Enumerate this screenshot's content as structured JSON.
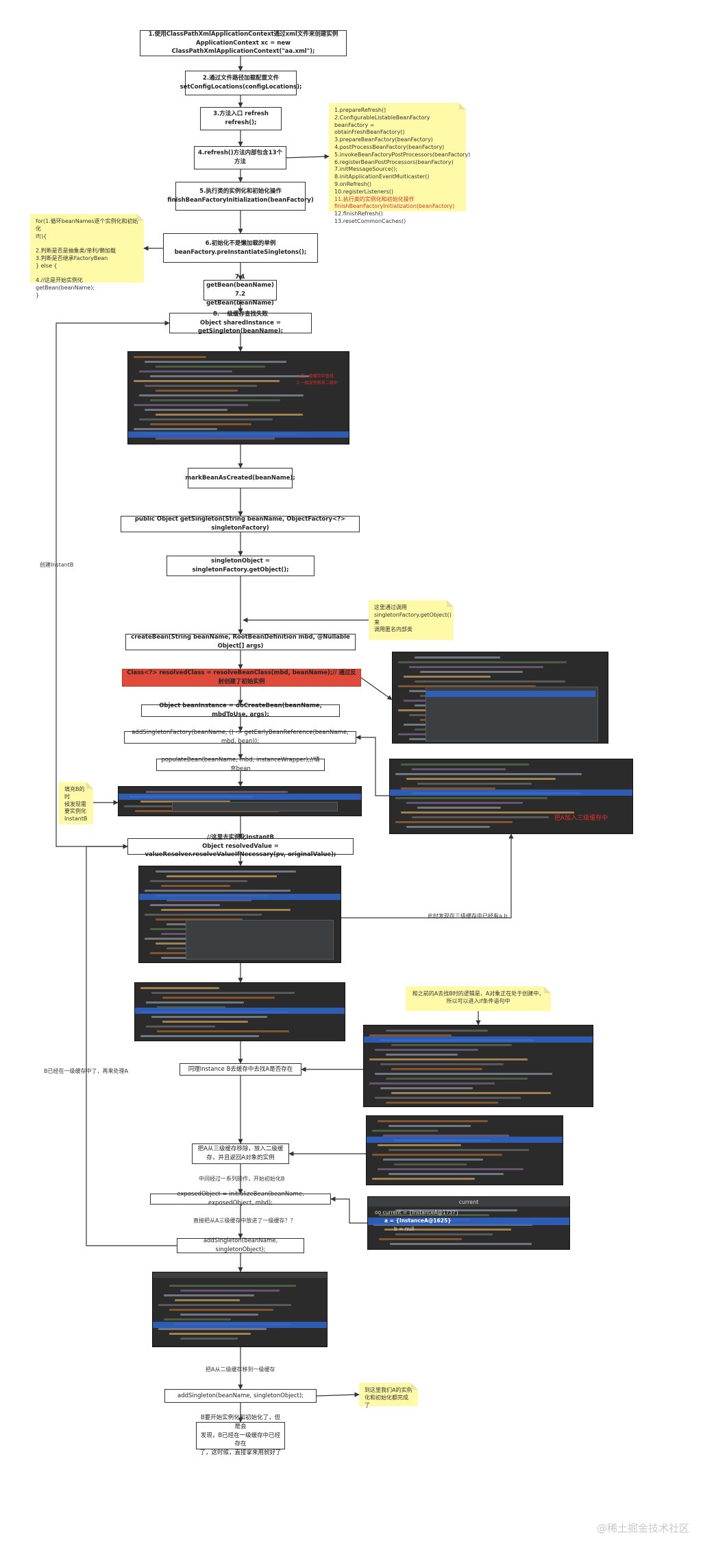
{
  "boxes": {
    "b1": [
      "1.使用ClassPathXmlApplicationContext通过xml文件来创建实例",
      "ApplicationContext xc = new ClassPathXmlApplicationContext(\"aa.xml\");"
    ],
    "b2": [
      "2.通过文件路径加载配置文件",
      "setConfigLocations(configLocations);"
    ],
    "b3": [
      "3.方法入口  refresh",
      "refresh();"
    ],
    "b4": [
      "4.refresh()方法内部包含13个方法"
    ],
    "b5": [
      "5.执行类的实例化和初始化操作",
      "finishBeanFactoryInitialization(beanFactory)"
    ],
    "b6": [
      "6.初始化不是懒加载的单例",
      "beanFactory.preInstantiateSingletons();"
    ],
    "b7": [
      "7.1 getBean(beanName)",
      "7.2 getBean(beanName)"
    ],
    "b8": [
      "8. 一级缓存查找失败",
      "Object sharedInstance = getSingleton(beanName);"
    ],
    "b9": [
      "markBeanAsCreated(beanName);"
    ],
    "b10": [
      "public Object getSingleton(String beanName, ObjectFactory<?> singletonFactory)"
    ],
    "b11": [
      "singletonObject = singletonFactory.getObject();"
    ],
    "b12": [
      "createBean(String beanName, RootBeanDefinition mbd, @Nullable Object[] args)"
    ],
    "b13": [
      "Class<?> resolvedClass = resolveBeanClass(mbd, beanName);// 通过反射创建了初始实例"
    ],
    "b14": [
      "Object beanInstance = doCreateBean(beanName, mbdToUse, args);"
    ],
    "b15": [
      "addSingletonFactory(beanName, () -> getEarlyBeanReference(beanName, mbd, bean));"
    ],
    "b16": [
      "populateBean(beanName, mbd, instanceWrapper);//填充bean"
    ],
    "b17": [
      "//这里去实例化InstantB",
      "Object resolvedValue = valueResolver.resolveValueIfNecessary(pv, originalValue);"
    ],
    "b18": [
      "同理Instance B去缓存中去找A是否存在"
    ],
    "b19": [
      "把A从三级缓存移除，放入二级缓",
      "存，并且返回A对象的实例"
    ],
    "b20": [
      "exposedObject = initializeBean(beanName, exposedObject, mbd);"
    ],
    "b21": [
      "addSingleton(beanName, singletonObject);"
    ],
    "b22": [
      "addSingleton(beanName, singletonObject);"
    ],
    "b23": [
      "B要开始实例化和初始化了，但是会",
      "发现，B已经在一级缓存中已经存在",
      "了，这时候，直接拿来用就好了"
    ]
  },
  "notes": {
    "refresh_methods": [
      {
        "text": "1.prepareRefresh()",
        "red": false
      },
      {
        "text": "2.ConfigurableListableBeanFactory beanFactory =",
        "red": false
      },
      {
        "text": "obtainFreshBeanFactory()",
        "red": false
      },
      {
        "text": "3.prepareBeanFactory(beanFactory)",
        "red": false
      },
      {
        "text": "4.postProcessBeanFactory(beanFactory)",
        "red": false
      },
      {
        "text": "5.invokeBeanFactoryPostProcessors(beanFactory)",
        "red": false
      },
      {
        "text": "6.registerBeanPostProcessors(beanFactory)",
        "red": false
      },
      {
        "text": "7.initMessageSource();",
        "red": false
      },
      {
        "text": "8.initApplicationEventMulticaster()",
        "red": false
      },
      {
        "text": "9.onRefresh()",
        "red": false
      },
      {
        "text": "10.registerListeners()",
        "red": false
      },
      {
        "text": "11.执行类的实例化和初始化操作",
        "red": true
      },
      {
        "text": "    finishBeanFactoryInitialization(beanFactory)",
        "red": true
      },
      {
        "text": "12.finishRefresh()",
        "red": false
      },
      {
        "text": "13.resetCommonCaches()",
        "red": false
      }
    ],
    "loop_bean_names": [
      "for(1.循环beanNames逐个实例化和初始化",
      "if(){",
      "",
      "2.判断是否是抽象类/单利/懒加载",
      "3.判断是否继承FactoryBean",
      "} else {",
      "",
      "4.//这是开始实例化",
      "    getBean(beanName);",
      "}"
    ],
    "get_object_callback": [
      "这里通过调用",
      "singletonFactory.getObject()来",
      "调用匿名内部类"
    ],
    "fill_b": [
      "填充B的时",
      "候发现需",
      "要实例化",
      "InstantB"
    ],
    "found_a": [
      "和之前的A去找B时的逻辑是，A对象正在处于创建中，",
      "所以可以进入if条件语句中"
    ],
    "a_done": [
      "到这里我们A的实例",
      "化和初始化都完成了"
    ]
  },
  "labels": {
    "create_b": "创建InstantB",
    "found_in_cache3": "此时发现在三级缓存中已经有a.b",
    "b_in_cache1": "B已经在一级缓存中了，再来处理A",
    "middle_init": "中间经过一系列操作，开始初始化B",
    "b_from_cache3": "直接把从A三级缓存中放进了一级缓存？？",
    "a_to_cache1": "把A从二级缓存移到一级缓存"
  },
  "code": {
    "cache3_note": "把A加入三级缓存中",
    "cache_red_note_1": "1.在一级缓存中查找",
    "cache_red_note_2": "2.一级没有就去二级中",
    "debug_head": "current",
    "debug_row1": "oo current = {InstanceA@1737}",
    "debug_row2": "a = {InstanceA@1625}",
    "debug_row3": "b = null"
  },
  "watermark": "@稀土掘金技术社区",
  "colors": {
    "note_bg": "#fffaa8",
    "red_box": "#e04a3b",
    "red_text": "#e0312a",
    "code_bg": "#2b2b2b",
    "highlight": "#2f65ca"
  }
}
